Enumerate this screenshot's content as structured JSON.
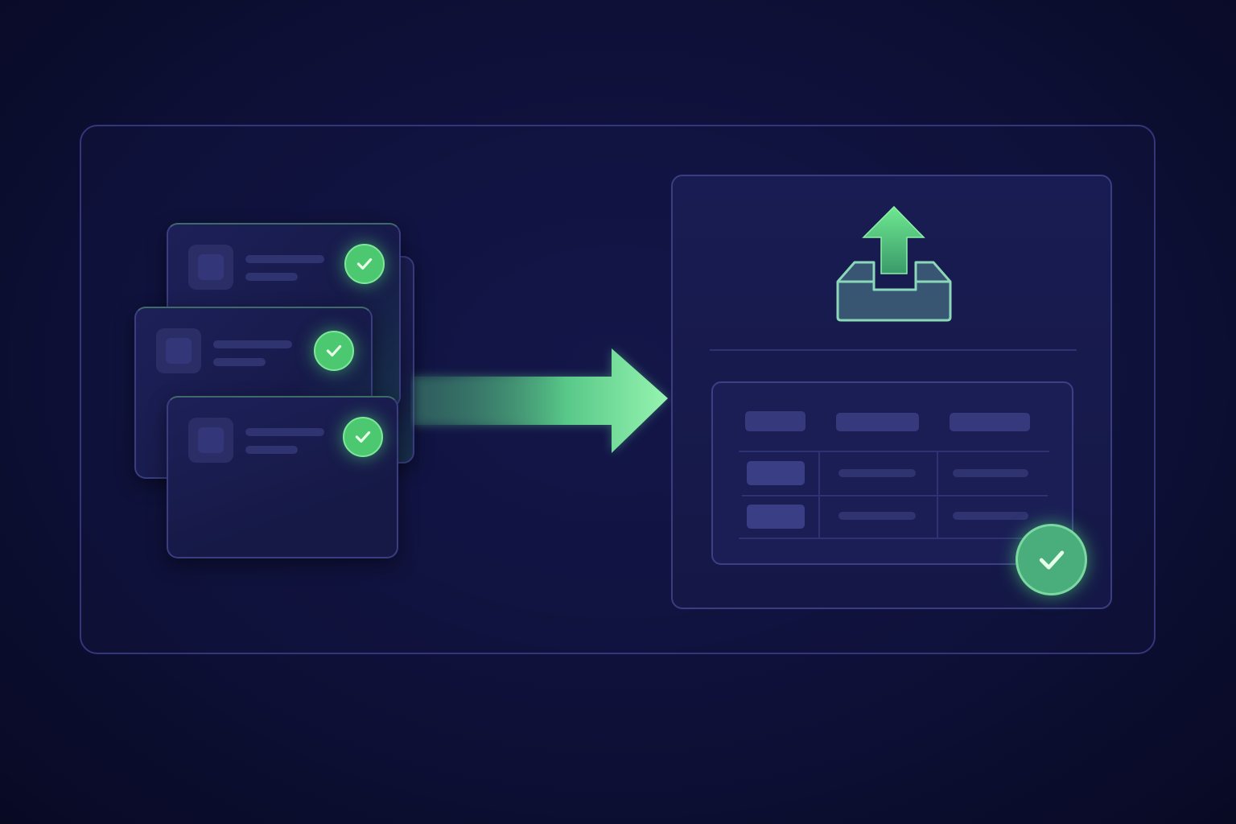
{
  "colors": {
    "background": "#0e1038",
    "frame_border": "#34367a",
    "card": "#1d2058",
    "accent_green": "#4cc870",
    "arrow_green": "#8ef0a8",
    "placeholder": "#2f3370"
  },
  "icons": {
    "check": "check-circle-icon",
    "upload": "upload-tray-icon",
    "arrow": "arrow-right-icon"
  },
  "source_cards": [
    {
      "status": "done"
    },
    {
      "status": "done"
    },
    {
      "status": "done"
    }
  ],
  "destination": {
    "status": "done",
    "table_rows": 2,
    "table_columns": 3
  }
}
